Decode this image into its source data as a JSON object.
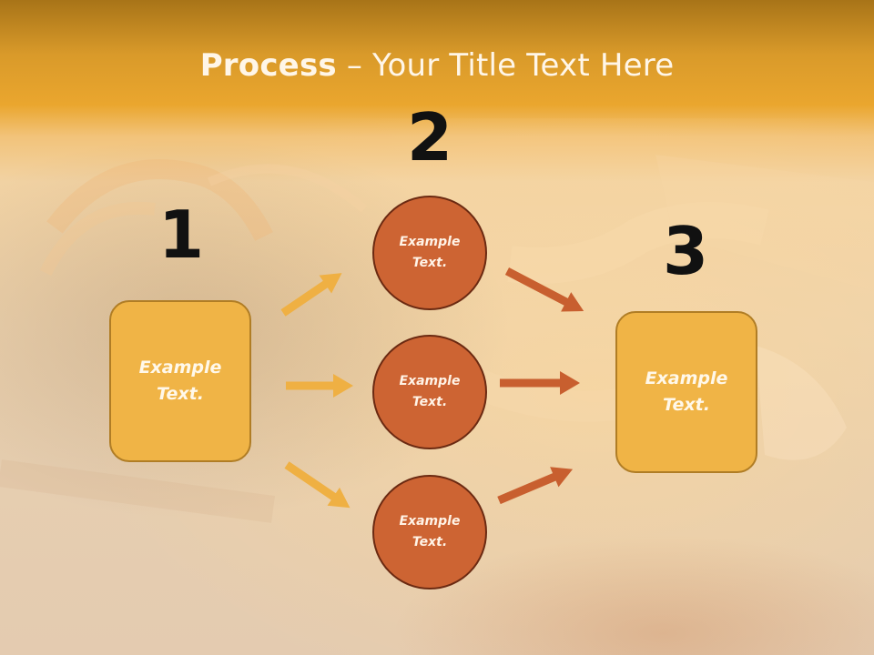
{
  "title": {
    "bold": "Process",
    "rest": " – Your Title Text Here"
  },
  "steps": [
    {
      "number": "1",
      "text": "Example Text."
    },
    {
      "number": "2",
      "circles": [
        "Example Text.",
        "Example Text.",
        "Example Text."
      ]
    },
    {
      "number": "3",
      "text": "Example Text."
    }
  ],
  "colors": {
    "box_fill": "#f0b446",
    "circle_fill": "#cd6433",
    "arrow_left": "#efb043",
    "arrow_right": "#c85f2f",
    "header": "#e8a22c"
  }
}
